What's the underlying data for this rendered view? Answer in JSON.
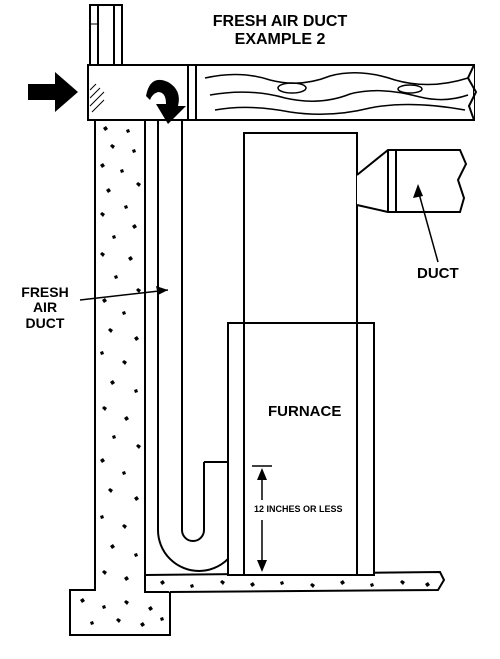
{
  "diagram": {
    "title_line1": "FRESH AIR DUCT",
    "title_line2": "EXAMPLE 2",
    "labels": {
      "fresh_air_duct_line1": "FRESH",
      "fresh_air_duct_line2": "AIR",
      "fresh_air_duct_line3": "DUCT",
      "supply_duct": "DUCT",
      "furnace": "FURNACE",
      "clearance": "12 INCHES OR LESS"
    },
    "colors": {
      "line": "#000000",
      "background": "#ffffff"
    }
  }
}
